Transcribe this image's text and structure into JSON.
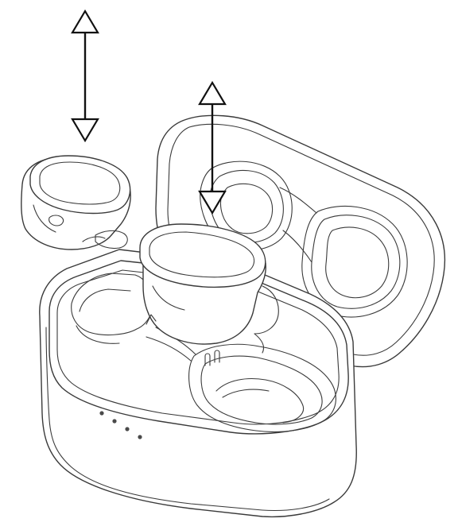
{
  "figure": {
    "subject": "earbuds-and-open-charging-case",
    "line_color": "#3a3a3a",
    "arrow_color": "#111111",
    "background": "#ffffff"
  },
  "arrows": [
    {
      "name": "left-earbud-direction",
      "type": "double-headed",
      "orientation": "vertical"
    },
    {
      "name": "right-earbud-direction",
      "type": "double-headed",
      "orientation": "vertical"
    }
  ],
  "indicator_leds": {
    "count": 4
  }
}
